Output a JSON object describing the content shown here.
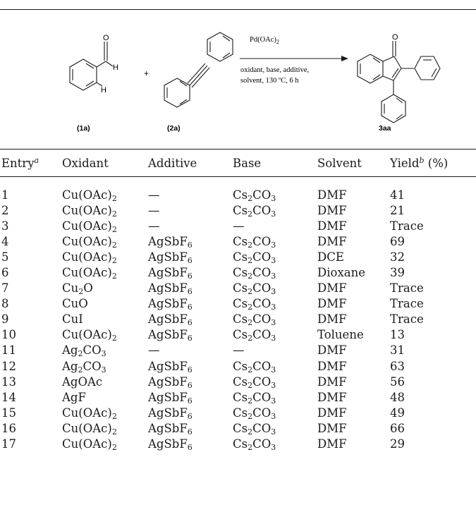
{
  "scheme": {
    "reactant1_label": "(1a)",
    "reactant2_label": "(2a)",
    "product_label": "3aa",
    "plus": "+",
    "atom_O": "O",
    "atom_H": "H",
    "catalyst": "Pd(OAc)2",
    "conditions_line1": "oxidant, base, additive,",
    "conditions_line2": "solvent, 130 ºC, 6 h"
  },
  "table": {
    "headers": [
      "Entry",
      "Oxidant",
      "Additive",
      "Base",
      "Solvent",
      "Yield"
    ],
    "header_sup": {
      "entry": "a",
      "yield": "b"
    },
    "yield_unit": "(%)",
    "rows": [
      [
        "1",
        "Cu(OAc)2",
        "—",
        "Cs2CO3",
        "DMF",
        "41"
      ],
      [
        "2",
        "Cu(OAc)2",
        "—",
        "Cs2CO3",
        "DMF",
        "21"
      ],
      [
        "3",
        "Cu(OAc)2",
        "—",
        "—",
        "DMF",
        "Trace"
      ],
      [
        "4",
        "Cu(OAc)2",
        "AgSbF6",
        "Cs2CO3",
        "DMF",
        "69"
      ],
      [
        "5",
        "Cu(OAc)2",
        "AgSbF6",
        "Cs2CO3",
        "DCE",
        "32"
      ],
      [
        "6",
        "Cu(OAc)2",
        "AgSbF6",
        "Cs2CO3",
        "Dioxane",
        "39"
      ],
      [
        "7",
        "Cu2O",
        "AgSbF6",
        "Cs2CO3",
        "DMF",
        "Trace"
      ],
      [
        "8",
        "CuO",
        "AgSbF6",
        "Cs2CO3",
        "DMF",
        "Trace"
      ],
      [
        "9",
        "CuI",
        "AgSbF6",
        "Cs2CO3",
        "DMF",
        "Trace"
      ],
      [
        "10",
        "Cu(OAc)2",
        "AgSbF6",
        "Cs2CO3",
        "Toluene",
        "13"
      ],
      [
        "11",
        "Ag2CO3",
        "—",
        "—",
        "DMF",
        "31"
      ],
      [
        "12",
        "Ag2CO3",
        "AgSbF6",
        "Cs2CO3",
        "DMF",
        "63"
      ],
      [
        "13",
        "AgOAc",
        "AgSbF6",
        "Cs2CO3",
        "DMF",
        "56"
      ],
      [
        "14",
        "AgF",
        "AgSbF6",
        "Cs2CO3",
        "DMF",
        "48"
      ],
      [
        "15",
        "Cu(OAc)2",
        "AgSbF6",
        "Cs2CO3",
        "DMF",
        "49"
      ],
      [
        "16",
        "Cu(OAc)2",
        "AgSbF6",
        "Cs2CO3",
        "DMF",
        "66"
      ],
      [
        "17",
        "Cu(OAc)2",
        "AgSbF6",
        "Cs2CO3",
        "DMF",
        "29"
      ]
    ]
  }
}
